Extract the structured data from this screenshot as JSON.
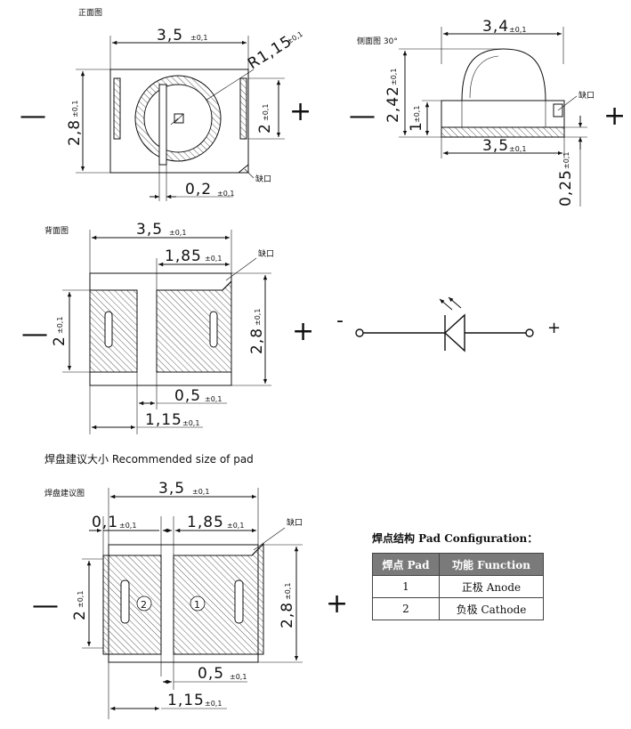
{
  "views": {
    "front": {
      "title": "正面图",
      "width": "3,5",
      "height": "2,8",
      "inner_height": "2",
      "radius": "R1,15",
      "gap": "0,2",
      "notch": "缺口",
      "tol": "±0,1",
      "minus": "—",
      "plus": "+"
    },
    "side": {
      "title": "侧面图 30°",
      "top_width": "3,4",
      "bottom_width": "3,5",
      "total_height": "2,42",
      "body_height": "1",
      "base_height": "0,25",
      "notch": "缺口",
      "tol": "±0,1",
      "minus": "—",
      "plus": "+"
    },
    "back": {
      "title": "背面图",
      "width": "3,5",
      "pad_width": "1,85",
      "pad_height": "2",
      "height": "2,8",
      "gap": "0,5",
      "small_pad": "1,15",
      "notch": "缺口",
      "tol": "±0,1",
      "minus": "—",
      "plus": "+"
    },
    "symbol": {
      "minus": "-",
      "plus": "+"
    },
    "pad": {
      "heading": "焊盘建议大小 Recommended size of pad",
      "title": "焊盘建议图",
      "width": "3,5",
      "offset": "0,1",
      "pad_width": "1,85",
      "pad_height": "2",
      "height": "2,8",
      "gap": "0,5",
      "small_pad": "1,15",
      "notch": "缺口",
      "tol": "±0,1",
      "pad2": "2",
      "pad1": "1",
      "minus": "—",
      "plus": "+"
    }
  },
  "pad_config": {
    "title": "焊点结构 Pad Configuration：",
    "headers": [
      "焊点 Pad",
      "功能 Function"
    ],
    "rows": [
      [
        "1",
        "正极 Anode"
      ],
      [
        "2",
        "负极 Cathode"
      ]
    ]
  }
}
